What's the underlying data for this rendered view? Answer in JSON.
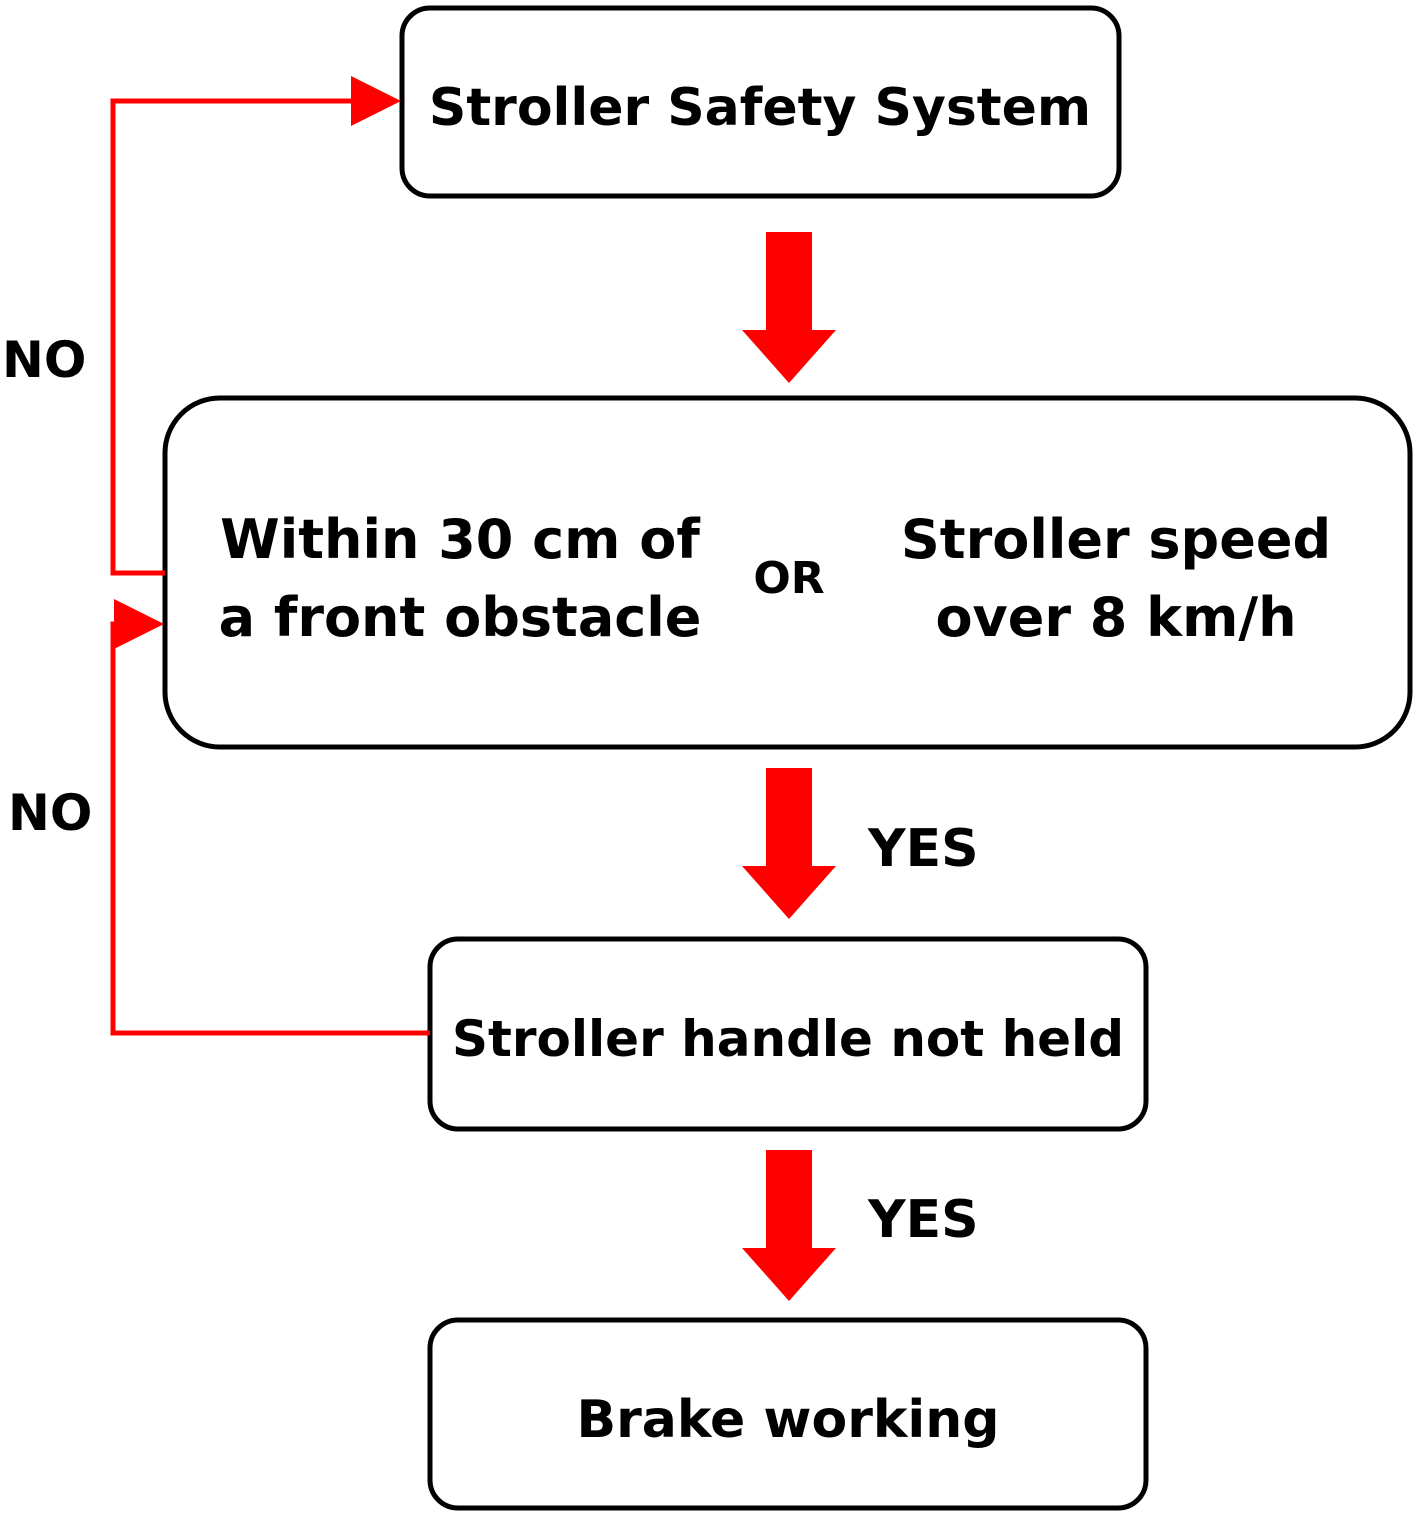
{
  "colors": {
    "arrow": "#ff0000",
    "border": "#000000",
    "text": "#000000",
    "background": "#ffffff"
  },
  "nodes": {
    "start": {
      "label": "Stroller Safety System"
    },
    "condition": {
      "left_line1": "Within 30 cm of",
      "left_line2": "a front obstacle",
      "operator": "OR",
      "right_line1": "Stroller speed",
      "right_line2": "over 8 km/h"
    },
    "handle": {
      "label": "Stroller handle not held"
    },
    "brake": {
      "label": "Brake working"
    }
  },
  "edges": {
    "start_to_condition": {
      "label": ""
    },
    "condition_to_handle": {
      "label": "YES"
    },
    "handle_to_brake": {
      "label": "YES"
    },
    "condition_to_start": {
      "label": "NO"
    },
    "handle_to_condition": {
      "label": "NO"
    }
  }
}
